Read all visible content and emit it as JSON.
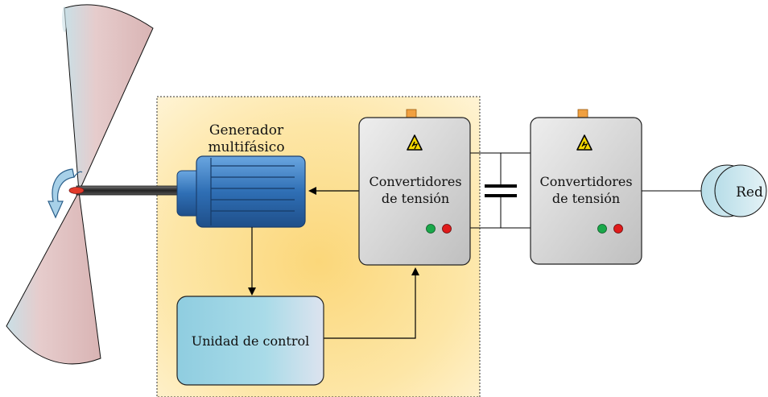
{
  "diagram": {
    "generator": {
      "label_line1": "Generador",
      "label_line2": "multifásico"
    },
    "converter_left": {
      "label_line1": "Convertidores",
      "label_line2": "de tensión"
    },
    "converter_right": {
      "label_line1": "Convertidores",
      "label_line2": "de tensión"
    },
    "control_unit": {
      "label": "Unidad de control"
    },
    "grid": {
      "label": "Red"
    },
    "colors": {
      "nacelle_fill": "#fde9a8",
      "motor_blue": "#3d7fc4",
      "converter_gray": "#d9d9d9",
      "control_fill": "#9fd6e6",
      "led_green": "#1aa84a",
      "led_red": "#e01b1b",
      "warning_yellow": "#f5d800",
      "terminal_orange": "#f0a040",
      "blade_pink": "#e3c6c6"
    },
    "icons": [
      "warning-icon",
      "rotation-arrow-icon",
      "capacitor-icon"
    ]
  }
}
